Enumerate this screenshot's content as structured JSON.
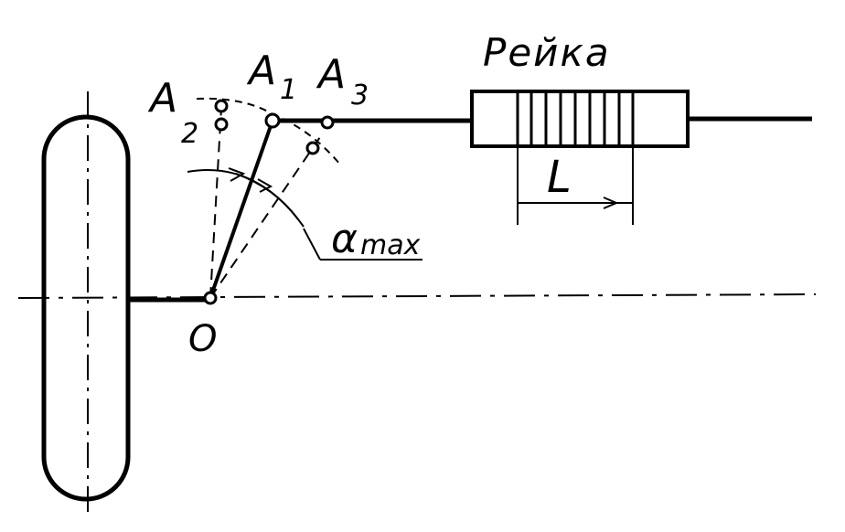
{
  "diagram": {
    "labels": {
      "rack": "Рейка",
      "a1_letter": "A",
      "a1_sub": "1",
      "a2_letter": "A",
      "a2_sub": "2",
      "a3_letter": "A",
      "a3_sub": "3",
      "origin": "O",
      "alpha": "α",
      "alpha_sub": "max",
      "length": "L"
    },
    "colors": {
      "ink": "#000000",
      "paper": "#ffffff"
    }
  }
}
